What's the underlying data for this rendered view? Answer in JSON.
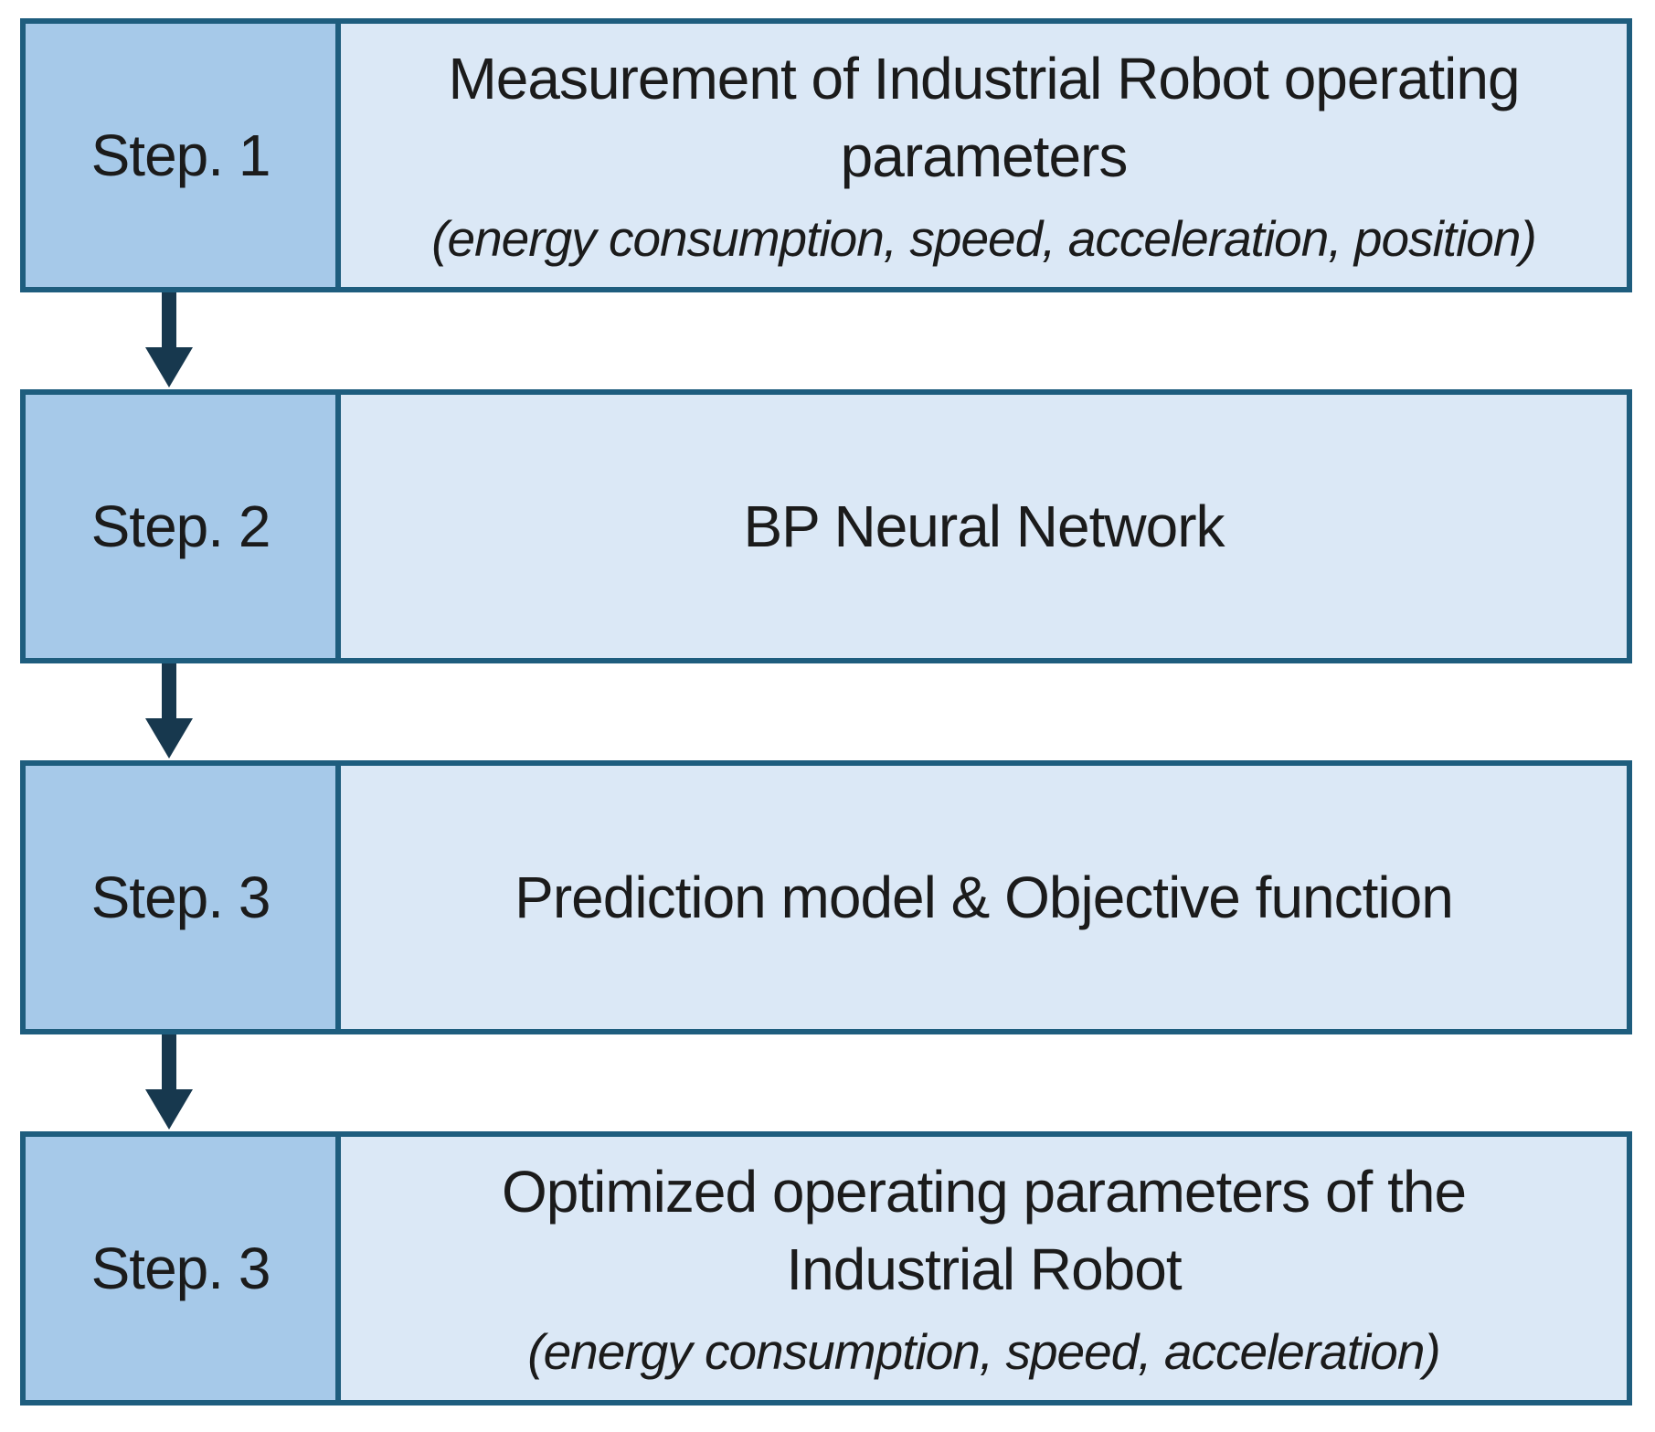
{
  "figure": {
    "colors": {
      "border": "#1e5d7e",
      "label_bg": "#a6c9e9",
      "content_bg": "#dbe8f6",
      "arrow": "#17384e",
      "text": "#1b1b1b"
    },
    "steps": [
      {
        "label": "Step. 1",
        "title": "Measurement of Industrial Robot operating\nparameters",
        "subtitle": "(energy consumption, speed, acceleration, position)"
      },
      {
        "label": "Step. 2",
        "title": "BP Neural Network"
      },
      {
        "label": "Step. 3",
        "title": "Prediction model & Objective function"
      },
      {
        "label": "Step. 3",
        "title": "Optimized operating parameters of the\nIndustrial Robot",
        "subtitle": "(energy consumption, speed, acceleration)"
      }
    ]
  }
}
